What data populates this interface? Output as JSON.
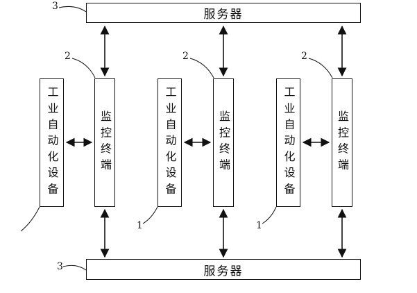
{
  "figure": {
    "top_server": {
      "label": "服务器",
      "ref": "3"
    },
    "bottom_server": {
      "label": "服务器",
      "ref": "3"
    },
    "groups": [
      {
        "device_label": "工业自动化设备",
        "terminal_label": "监控终端",
        "terminal_ref": "2",
        "device_ref": ""
      },
      {
        "device_label": "工业自动化设备",
        "terminal_label": "监控终端",
        "terminal_ref": "2",
        "device_ref": "1"
      },
      {
        "device_label": "工业自动化设备",
        "terminal_label": "监控终端",
        "terminal_ref": "2",
        "device_ref": "1"
      }
    ],
    "line_color": "#111111"
  }
}
